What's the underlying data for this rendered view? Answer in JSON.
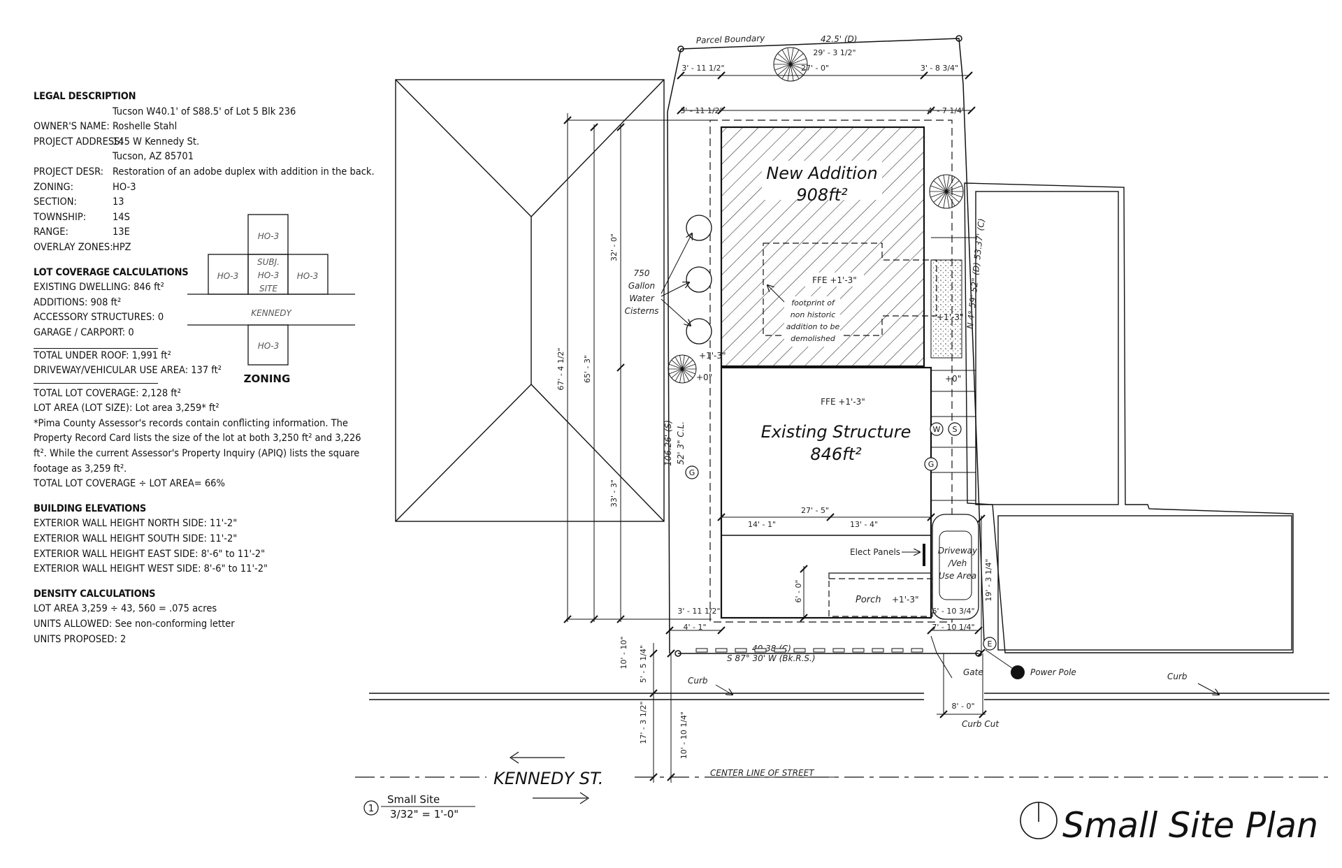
{
  "legal": {
    "heading": "LEGAL DESCRIPTION",
    "legal_desc": "Tucson W40.1' of S88.5' of Lot 5 Blk 236",
    "rows": [
      {
        "k": "OWNER'S NAME:",
        "v": "Roshelle Stahl"
      },
      {
        "k": "PROJECT ADDRESS:",
        "v": "145 W Kennedy St."
      },
      {
        "k": "",
        "v": "Tucson, AZ 85701"
      },
      {
        "k": "PROJECT DESR:",
        "v": "Restoration of an adobe duplex with addition in the back."
      },
      {
        "k": "ZONING:",
        "v": "HO-3"
      },
      {
        "k": "SECTION:",
        "v": "13"
      },
      {
        "k": "TOWNSHIP:",
        "v": "14S"
      },
      {
        "k": "RANGE:",
        "v": "13E"
      },
      {
        "k": "OVERLAY ZONES:",
        "v": "HPZ"
      }
    ]
  },
  "lot_coverage": {
    "heading": "LOT COVERAGE CALCULATIONS",
    "existing": "EXISTING DWELLING: 846 ft²",
    "additions": "ADDITIONS: 908 ft²",
    "accessory": "ACCESSORY STRUCTURES: 0",
    "garage": "GARAGE / CARPORT: 0",
    "total_roof": "TOTAL UNDER ROOF: 1,991 ft²",
    "driveway": "DRIVEWAY/VEHICULAR USE AREA: 137 ft²",
    "total_cov": "TOTAL LOT COVERAGE: 2,128 ft²",
    "lot_area": "LOT AREA (LOT SIZE): Lot  area 3,259* ft²",
    "note": "*Pima County Assessor's records contain conflicting information. The Property Record Card lists the size of the lot at both 3,250 ft² and 3,226 ft². While the current Assessor's Property Inquiry (APIQ) lists the square footage as 3,259 ft².",
    "ratio": "TOTAL LOT COVERAGE ÷ LOT AREA= 66%"
  },
  "elevations": {
    "heading": "BUILDING ELEVATIONS",
    "north": "EXTERIOR WALL HEIGHT NORTH SIDE: 11'-2\"",
    "south": "EXTERIOR WALL HEIGHT SOUTH SIDE: 11'-2\"",
    "east": "EXTERIOR WALL HEIGHT EAST SIDE: 8'-6\" to  11'-2\"",
    "west": "EXTERIOR WALL HEIGHT WEST SIDE: 8'-6\" to  11'-2\""
  },
  "density": {
    "heading": "DENSITY CALCULATIONS",
    "lot_area": "LOT AREA 3,259 ÷ 43, 560 = .075 acres",
    "allowed": "UNITS ALLOWED: See non-conforming letter",
    "proposed": "UNITS PROPOSED:    2"
  },
  "zoning_map": {
    "top": "HO-3",
    "left": "HO-3",
    "center": [
      "SUBJ.",
      "HO-3",
      "SITE"
    ],
    "right": "HO-3",
    "street": "KENNEDY",
    "bottom": "HO-3",
    "caption": "ZONING"
  },
  "plan": {
    "parcel_boundary": "Parcel Boundary",
    "north_dim": "42.5' (D)",
    "tree_dim": "29' - 3 1/2\"",
    "dims": {
      "d_3_11a": "3' - 11 1/2\"",
      "d_27_0": "27' - 0\"",
      "d_3_8": "3' - 8 3/4\"",
      "d_3_11b": "3' - 11 1/2\"",
      "d_4_7": "4' - 7 1/4\"",
      "d_67": "67' - 4 1/2\"",
      "d_65": "65' - 3\"",
      "d_32": "32' - 0\"",
      "d_33": "33' - 3\"",
      "d_27_5": "27' - 5\"",
      "d_14_1": "14' - 1\"",
      "d_13_4": "13' - 4\"",
      "d_6_0": "6' - 0\"",
      "d_3_11c": "3' - 11 1/2\"",
      "d_4_1": "4' - 1\"",
      "d_6_10": "6' - 10 3/4\"",
      "d_7_10": "7' - 10 1/4\"",
      "d_19": "19' - 3 1/4\"",
      "d_10_10a": "10' - 10\"",
      "d_5_5": "5' - 5 1/4\"",
      "d_17": "17' - 3 1/2\"",
      "d_10_10b": "10' - 10 1/4\"",
      "d_8_0": "8' - 0\""
    },
    "new_addition": "New Addition",
    "new_area": "908ft²",
    "ffe_new": "FFE +1'-3\"",
    "footprint_note": [
      "footprint of",
      "non historic",
      "addition to be",
      "demolished"
    ],
    "cisterns": [
      "750",
      "Gallon",
      "Water",
      "Cisterns"
    ],
    "existing": "Existing Structure",
    "existing_area": "846ft²",
    "ffe_exist": "FFE +1'-3\"",
    "plus_1_3_a": "+1'-3\"",
    "plus_0_a": "+0\"",
    "plus_1_3_b": "+1'-3\"",
    "plus_0_b": "+0\"",
    "elect": "Elect Panels",
    "porch": "Porch",
    "porch_ffe": "+1'-3\"",
    "driveway": [
      "Driveway",
      "/Veh",
      "Use Area"
    ],
    "west_bound": "106.26' (S)",
    "west_bound2": "52' 3\" C.L.",
    "east_bound": "N 4° 59' 52\" (D) 53.37' (C)",
    "south_dim": "40.38 (C)",
    "south_bearing": "S 87° 30' W (Bk.R.S.)",
    "gate": "Gate",
    "power_pole": "Power Pole",
    "curb_left": "Curb",
    "curb_right": "Curb",
    "curb_cut": "Curb Cut",
    "street": "KENNEDY ST.",
    "centerline": "CENTER LINE OF STREET",
    "w": "W",
    "s": "S",
    "g": "G",
    "e": "E"
  },
  "title_block": {
    "number": "1",
    "view_name": "Small Site",
    "scale": "3/32\" = 1'-0\"",
    "sheet_title": "Small Site Plan"
  }
}
